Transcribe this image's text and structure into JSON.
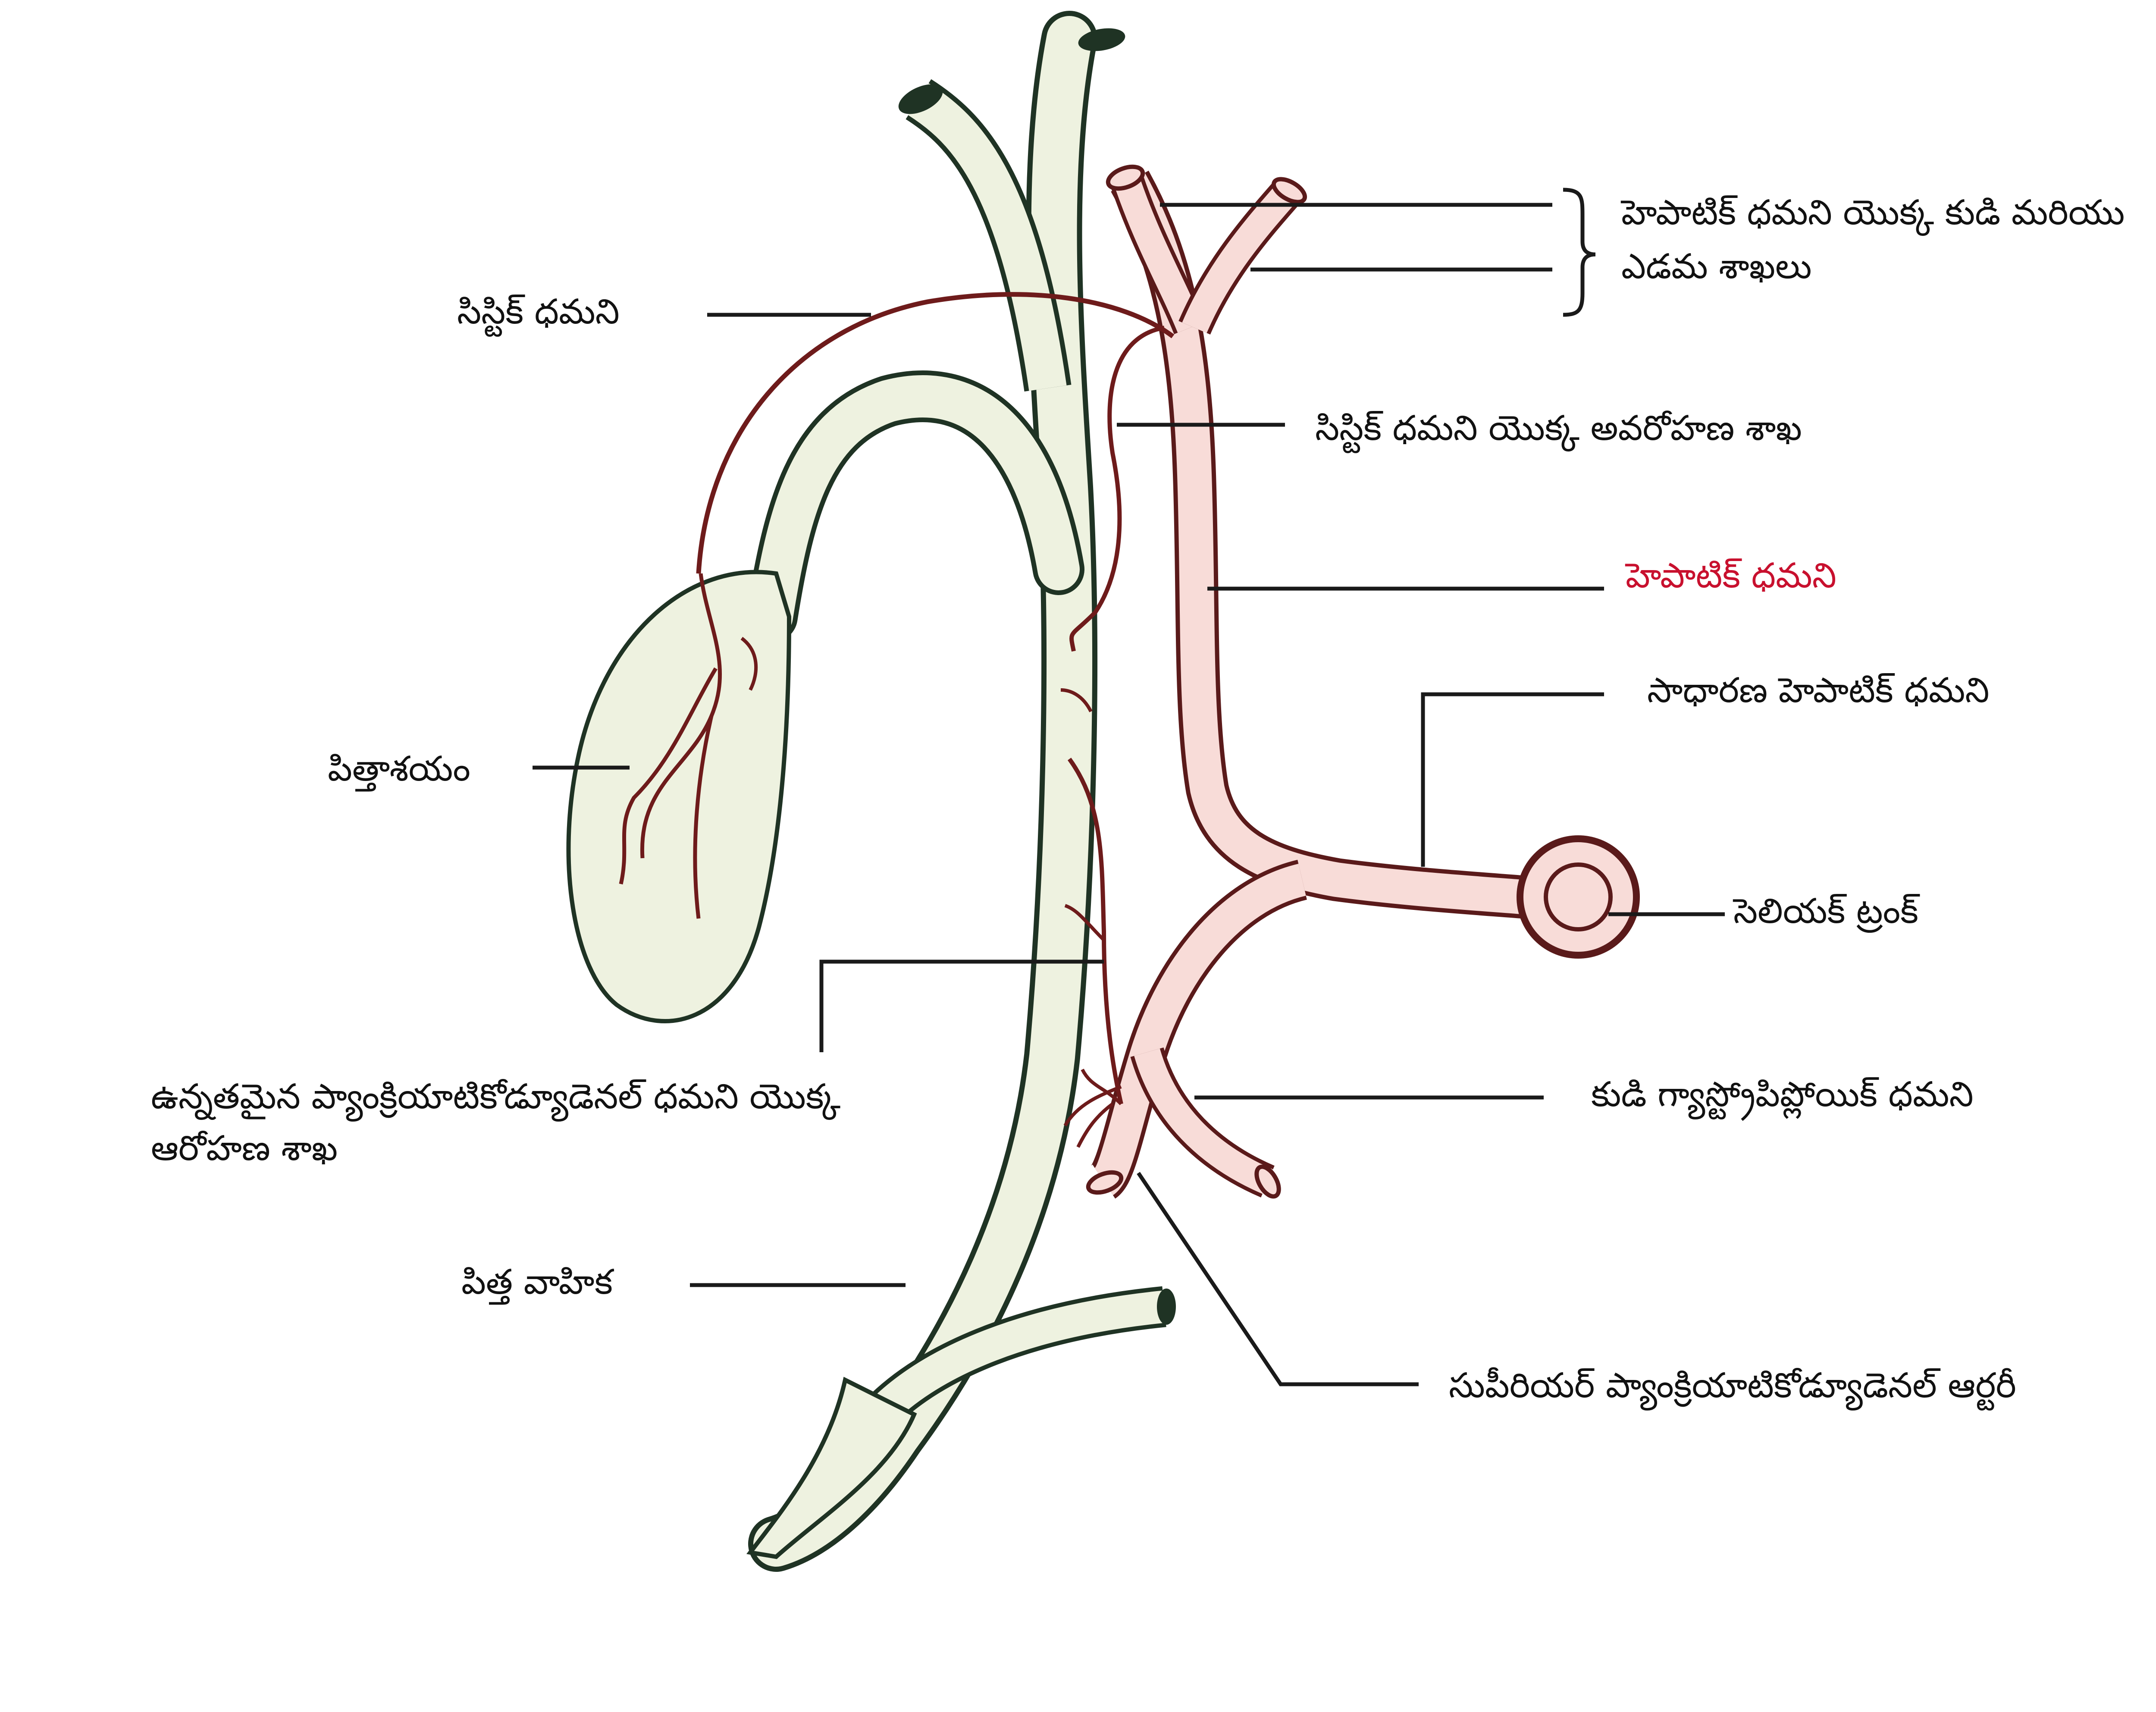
{
  "colors": {
    "duct_fill": "#eef2e0",
    "duct_outline": "#1f3324",
    "artery_fill": "#f8dcd8",
    "artery_outline": "#5a1a1a",
    "artery_vessel": "#6e1b1b",
    "label_text": "#111111",
    "highlight_label": "#c8102e"
  },
  "labels": {
    "hepatic_branches_line1": "హెపాటిక్ ధమని యొక్క కుడి మరియు",
    "hepatic_branches_line2": "ఎడమ శాఖలు",
    "cystic_artery": "సిస్టిక్ ధమని",
    "descending_branch": "సిస్టిక్ ధమని యొక్క అవరోహణ శాఖ",
    "hepatic_artery": "హెపాటిక్ ధమని",
    "common_hepatic_artery": "సాధారణ హెపాటిక్ ధమని",
    "gallbladder": "పిత్తాశయం",
    "celiac_trunk": "సెలియక్ ట్రంక్",
    "ascending_branch_line1": "ఉన్నతమైన ప్యాంక్రియాటికోడ్యూడెనల్ ధమని యొక్క",
    "ascending_branch_line2": "ఆరోహణ శాఖ",
    "right_gastroepiploic": "కుడి గ్యాస్ట్రోపిప్లోయిక్ ధమని",
    "bile_duct": "పిత్త వాహిక",
    "superior_pancreaticoduodenal": "సుపీరియర్ ప్యాంక్రియాటికోడ్యూడెనల్ ఆర్టరీ"
  }
}
